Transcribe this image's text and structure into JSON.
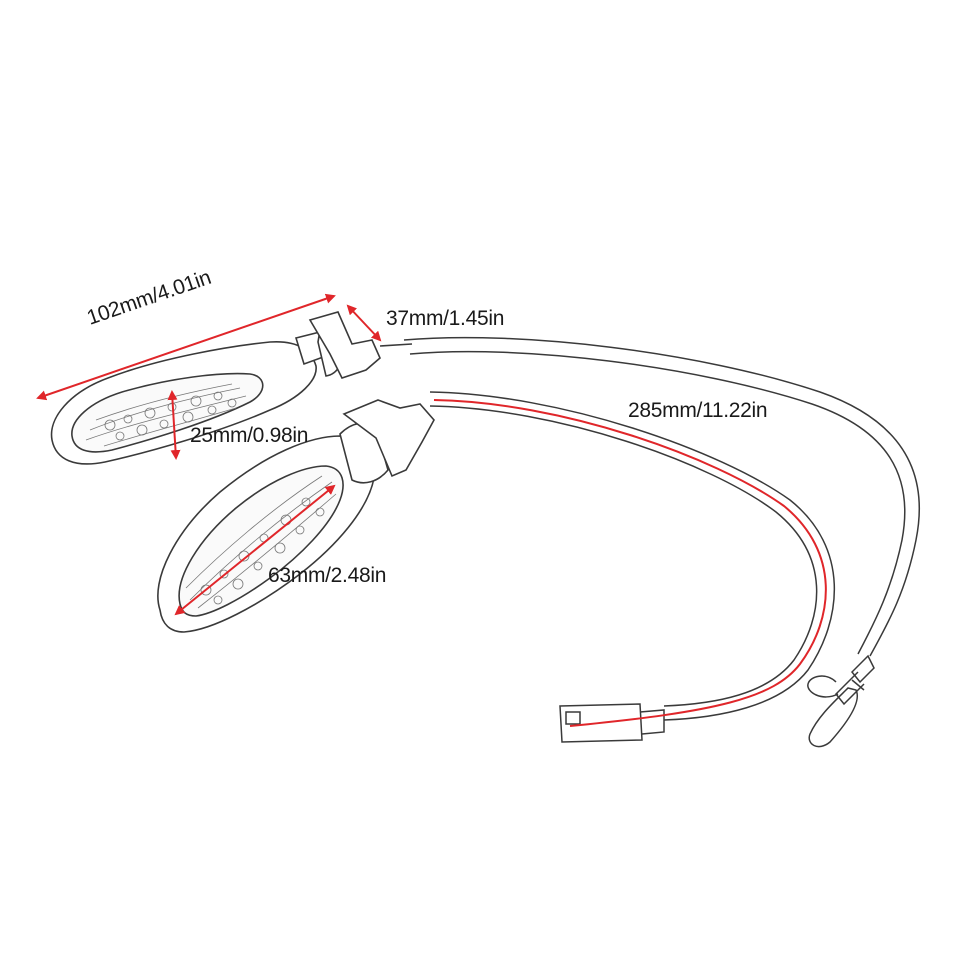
{
  "image": {
    "subject": "motorcycle turn signal lights with cables and connectors",
    "colors": {
      "outline": "#3a3a3a",
      "dimension_arrow": "#e0262a",
      "background": "#ffffff"
    }
  },
  "dimensions": {
    "overall_length": "102mm/4.01in",
    "stem_length": "37mm/1.45in",
    "cable_length": "285mm/11.22in",
    "width": "25mm/0.98in",
    "lens_length": "63mm/2.48in"
  }
}
